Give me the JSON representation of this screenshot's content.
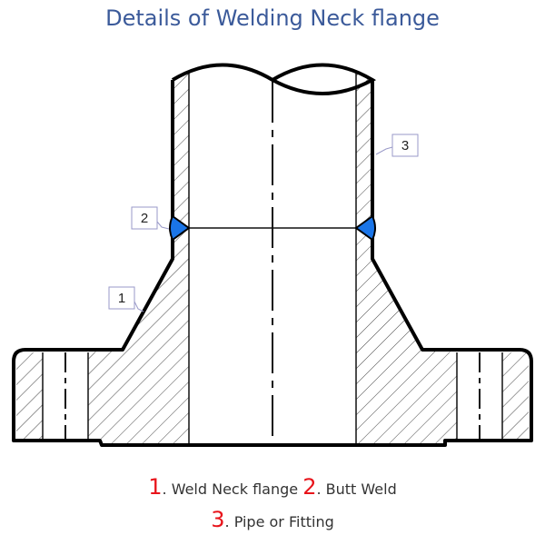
{
  "title": "Details of Welding Neck flange",
  "callouts": {
    "c1": "1",
    "c2": "2",
    "c3": "3"
  },
  "legend": [
    {
      "num": "1",
      "label": ". Weld Neck flange"
    },
    {
      "num": "2",
      "label": ". Butt Weld"
    },
    {
      "num": "3",
      "label": ". Pipe or Fitting"
    }
  ],
  "colors": {
    "title": "#3b5a9a",
    "weld": "#1a75e8",
    "legend_number": "#e8141b"
  }
}
